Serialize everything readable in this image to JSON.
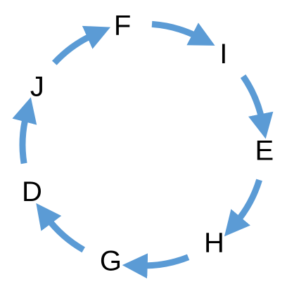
{
  "diagram": {
    "type": "cycle",
    "arrow_color": "#5B9BD5",
    "text_color": "#000000",
    "nodes": [
      "F",
      "I",
      "E",
      "H",
      "G",
      "D",
      "J"
    ],
    "edges": [
      {
        "from": "F",
        "to": "I"
      },
      {
        "from": "I",
        "to": "E"
      },
      {
        "from": "E",
        "to": "H"
      },
      {
        "from": "H",
        "to": "G"
      },
      {
        "from": "G",
        "to": "D"
      },
      {
        "from": "D",
        "to": "J"
      },
      {
        "from": "J",
        "to": "F"
      }
    ]
  }
}
